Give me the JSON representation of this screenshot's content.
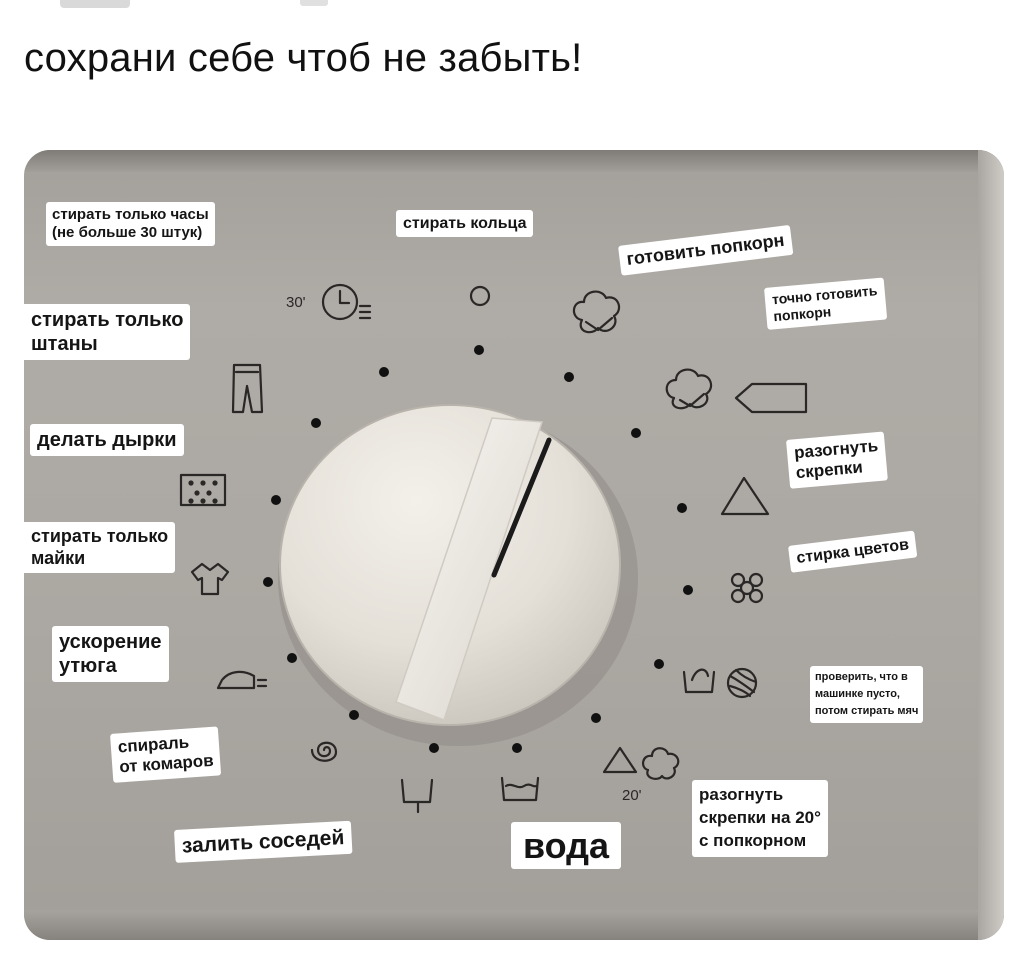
{
  "header_text": "сохрани себе чтоб не забыть!",
  "dial_marks": {
    "temp_30": "30'",
    "temp_20": "20'"
  },
  "labels": {
    "wash_watches_line1": "стирать только часы",
    "wash_watches_line2": "(не больше 30 штук)",
    "wash_rings": "стирать кольца",
    "make_popcorn": "готовить попкорн",
    "pants_line1": "стирать только",
    "pants_line2": "штаны",
    "surely_popcorn_line1": "точно готовить",
    "surely_popcorn_line2": "попкорн",
    "make_holes": "делать дырки",
    "unbend_clips_line1": "разогнуть",
    "unbend_clips_line2": "скрепки",
    "tshirts_line1": "стирать только",
    "tshirts_line2": "майки",
    "wash_flowers": "стирка цветов",
    "iron_boost_line1": "ускорение",
    "iron_boost_line2": "утюга",
    "check_empty_line1": "проверить, что в",
    "check_empty_line2": "машинке пусто,",
    "check_empty_line3": "потом стирать мяч",
    "mosquito_line1": "спираль",
    "mosquito_line2": "от комаров",
    "clips20_line1": "разогнуть",
    "clips20_line2": "скрепки на 20°",
    "clips20_line3": "с попкорном",
    "flood_neighbors": "залить соседей",
    "water": "вода"
  },
  "colors": {
    "panel": "#aba7a2",
    "knob": "#e6e2db",
    "label_bg": "#ffffff",
    "symbol": "#2a2827"
  }
}
